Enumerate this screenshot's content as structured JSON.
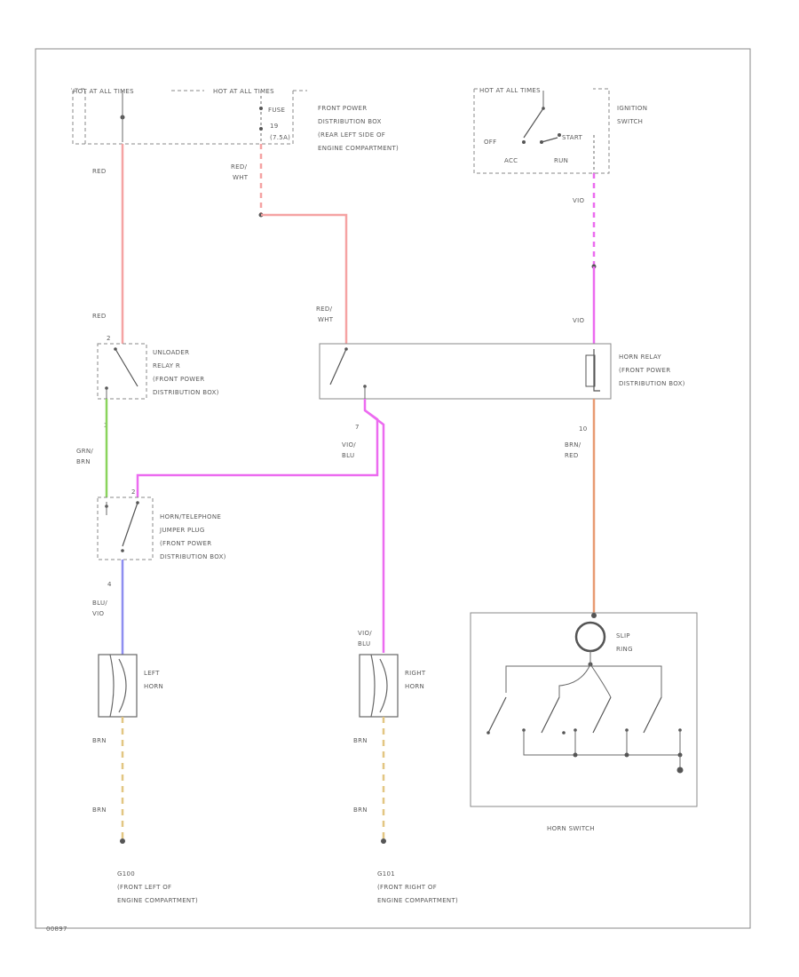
{
  "diagram_id": "00897",
  "hot_at_all_times_left": "HOT AT ALL TIMES",
  "hot_at_all_times_fuse": "HOT AT ALL TIMES",
  "fuse": {
    "name": "FUSE",
    "number": "19",
    "rating": "(7.5A)"
  },
  "front_power_dist_box": [
    "FRONT POWER",
    "DISTRIBUTION BOX",
    "(REAR LEFT SIDE OF",
    "ENGINE COMPARTMENT)"
  ],
  "ignition": {
    "hot_label": "HOT AT ALL TIMES",
    "title": [
      "IGNITION",
      "SWITCH"
    ],
    "positions": {
      "off": "OFF",
      "start": "START",
      "acc": "ACC",
      "run": "RUN"
    }
  },
  "wires": {
    "red_top": "RED",
    "red_wht_top": [
      "RED/",
      "WHT"
    ],
    "vio_top": "VIO",
    "red_unloader": "RED",
    "red_wht_relay": [
      "RED/",
      "WHT"
    ],
    "vio_relay": "VIO",
    "grn_brn": [
      "GRN/",
      "BRN"
    ],
    "vio_blu": [
      "VIO/",
      "BLU"
    ],
    "brn_red": [
      "BRN/",
      "RED"
    ],
    "blu_vio": [
      "BLU/",
      "VIO"
    ],
    "vio_blu_right": [
      "VIO/",
      "BLU"
    ],
    "brn_1": "BRN",
    "brn_2": "BRN",
    "brn_3": "BRN",
    "brn_4": "BRN"
  },
  "pins": {
    "unl_top": "2",
    "unl_bot": "3",
    "relay_bot": "7",
    "relay_right": "10",
    "jumper_top": "2",
    "jumper_bot": "4"
  },
  "unloader_relay": [
    "UNLOADER",
    "RELAY R",
    "(FRONT POWER",
    "DISTRIBUTION BOX)"
  ],
  "horn_relay": [
    "HORN RELAY",
    "(FRONT POWER",
    "DISTRIBUTION BOX)"
  ],
  "jumper_plug": [
    "HORN/TELEPHONE",
    "JUMPER PLUG",
    "(FRONT POWER",
    "DISTRIBUTION BOX)"
  ],
  "left_horn": [
    "LEFT",
    "HORN"
  ],
  "right_horn": [
    "RIGHT",
    "HORN"
  ],
  "slip_ring": [
    "SLIP",
    "RING"
  ],
  "horn_switch": "HORN SWITCH",
  "ground_left": [
    "G100",
    "(FRONT LEFT OF",
    "ENGINE COMPARTMENT)"
  ],
  "ground_right": [
    "G101",
    "(FRONT RIGHT OF",
    "ENGINE COMPARTMENT)"
  ],
  "colors": {
    "red": "#f5a3a3",
    "violet": "#ec6bf0",
    "green": "#8ad45c",
    "blue": "#8e8ef0",
    "brown_red": "#e89a72",
    "brown": "#e2c682"
  }
}
